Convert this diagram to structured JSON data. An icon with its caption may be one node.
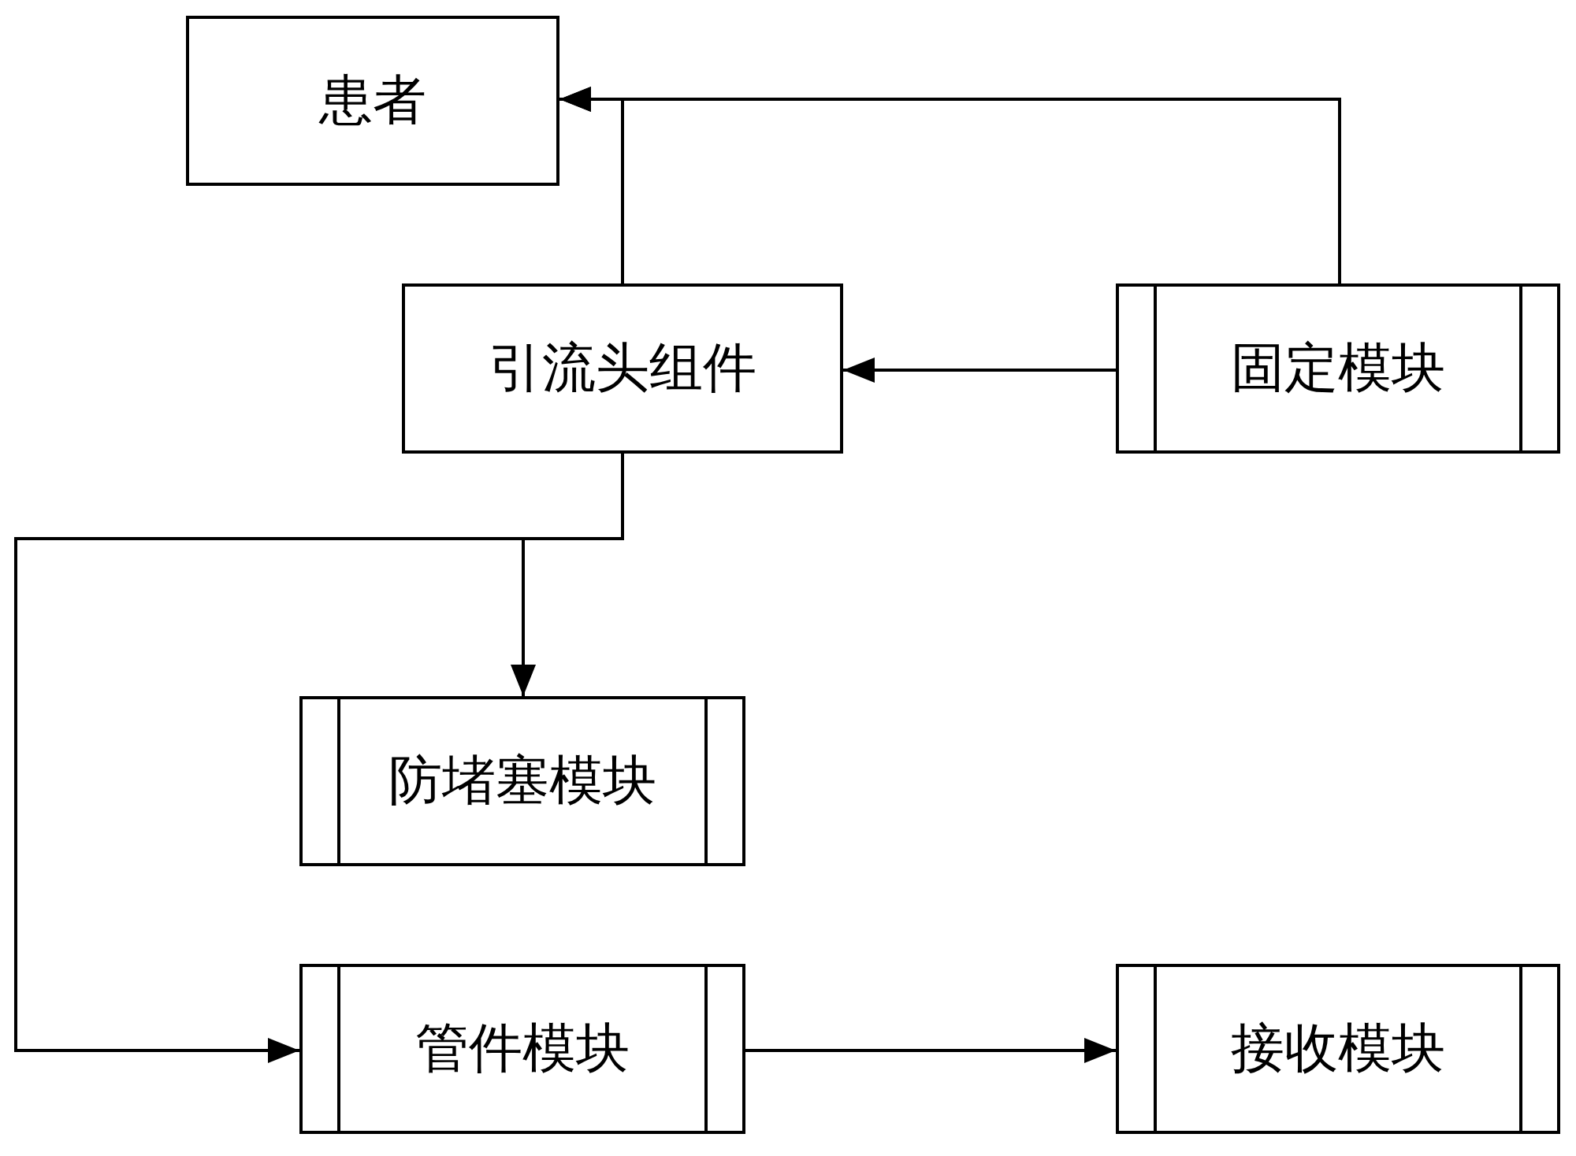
{
  "diagram": {
    "nodes": [
      {
        "text": [
          "患者"
        ]
      },
      {
        "text": [
          "引流头组件"
        ]
      },
      {
        "text": [
          "固定模块"
        ]
      },
      {
        "text": [
          "防堵塞模块"
        ]
      },
      {
        "text": [
          "管件模块"
        ]
      },
      {
        "text": [
          "接收模块"
        ]
      }
    ],
    "edges": [
      {
        "from": 1,
        "to": 0,
        "arrow": "to"
      },
      {
        "from": 2,
        "to": 0,
        "arrow": "to"
      },
      {
        "from": 2,
        "to": 1,
        "arrow": "to"
      },
      {
        "from": 1,
        "to": 3,
        "arrow": "to"
      },
      {
        "from": 1,
        "to": 4,
        "arrow": "to"
      },
      {
        "from": 4,
        "to": 5,
        "arrow": "to"
      }
    ]
  }
}
